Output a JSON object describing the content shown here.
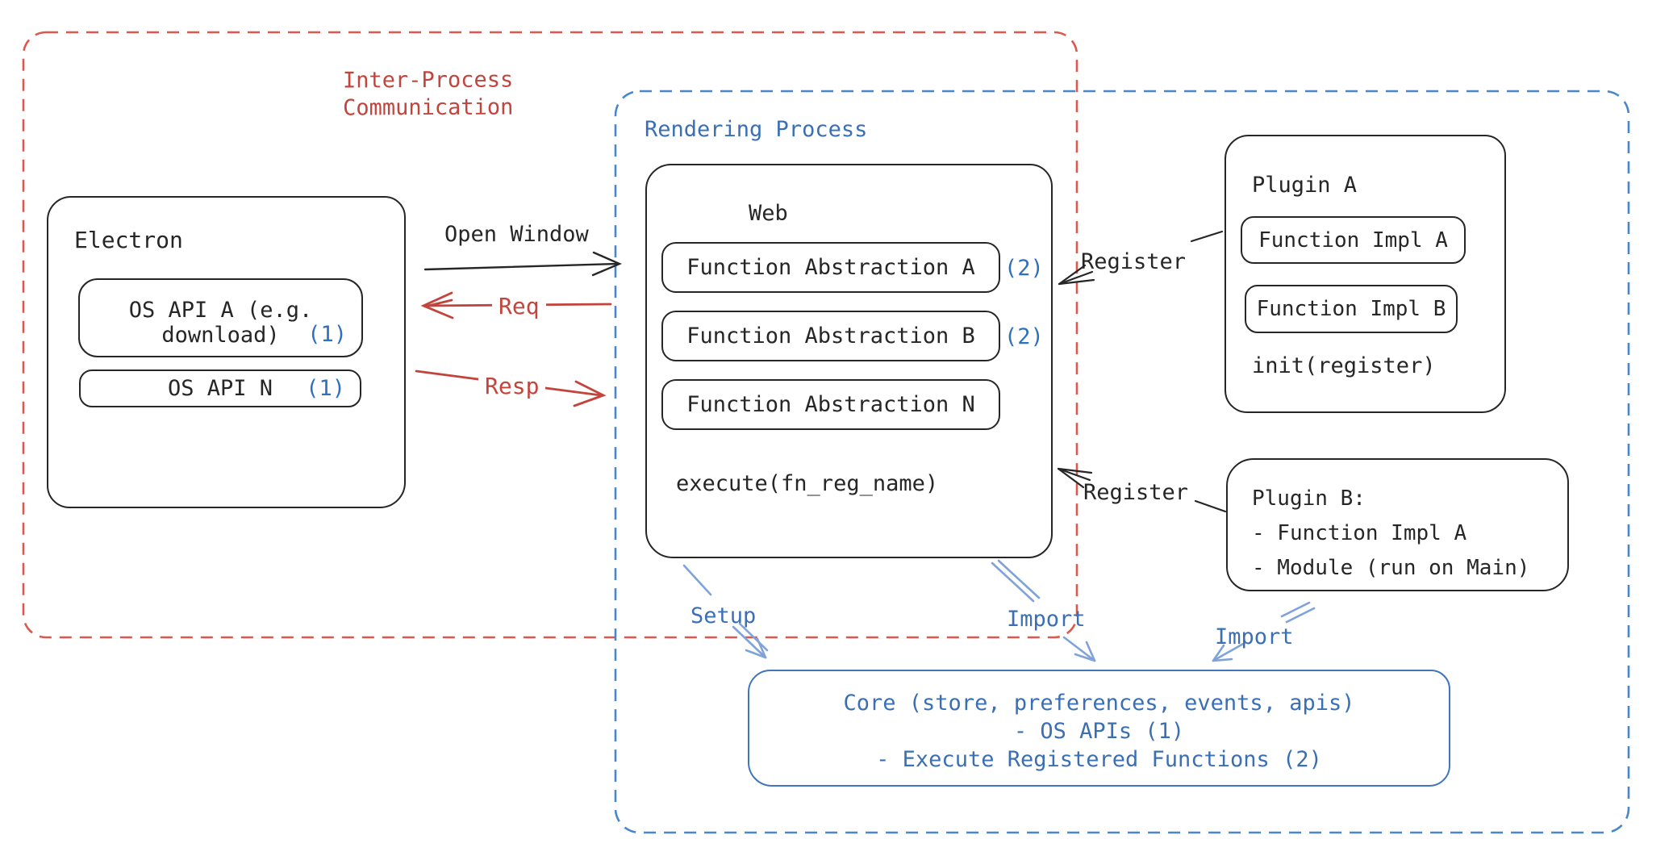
{
  "regions": {
    "ipc": {
      "line1": "Inter-Process",
      "line2": "Communication",
      "color": "#c2453d"
    },
    "rendering": {
      "label": "Rendering Process",
      "color": "#3b6fb3"
    }
  },
  "electron": {
    "title": "Electron",
    "apis": [
      {
        "line1": "OS API A (e.g.",
        "line2": "download)",
        "badge": "(1)"
      },
      {
        "line1": "OS API N",
        "line2": "",
        "badge": "(1)"
      }
    ]
  },
  "web": {
    "title": "Web",
    "abstractions": [
      {
        "label": "Function Abstraction A",
        "badge": "(2)"
      },
      {
        "label": "Function Abstraction B",
        "badge": "(2)"
      },
      {
        "label": "Function Abstraction N",
        "badge": ""
      }
    ],
    "execute": "execute(fn_reg_name)"
  },
  "plugin_a": {
    "title": "Plugin A",
    "impls": [
      "Function Impl A",
      "Function Impl B"
    ],
    "init": "init(register)"
  },
  "plugin_b": {
    "title": "Plugin B:",
    "items": [
      "- Function Impl A",
      "- Module (run on Main)"
    ]
  },
  "core": {
    "lines": [
      "Core (store, preferences, events, apis)",
      "- OS APIs (1)",
      "- Execute Registered Functions (2)"
    ]
  },
  "labels": {
    "open_window": "Open Window",
    "req": "Req",
    "resp": "Resp",
    "register_top": "Register",
    "register_bottom": "Register",
    "setup": "Setup",
    "import_mid": "Import",
    "import_right": "Import"
  },
  "colors": {
    "ink": "#262626",
    "red": "#c2453d",
    "red-dash": "#dc584e",
    "blue": "#3b6fb3",
    "blue-dash": "#4a86ca",
    "badge-blue": "#2e6fbe",
    "arrow-blue": "#7fa3d8",
    "core-border": "#3f76bc"
  }
}
